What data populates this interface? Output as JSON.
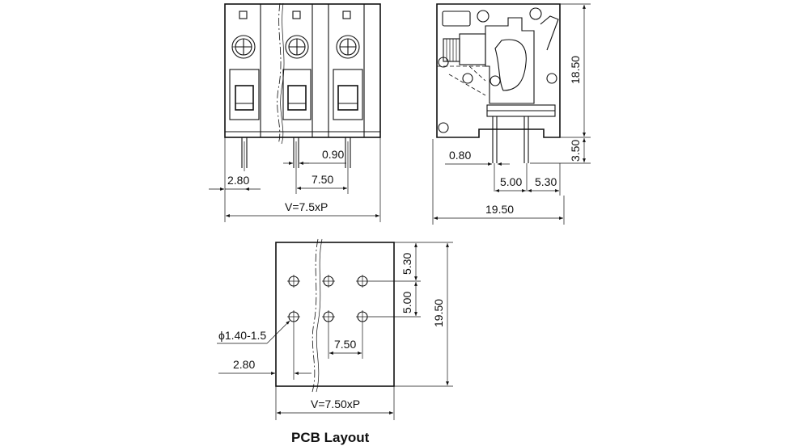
{
  "front_view": {
    "dim_pin_pitch_detail": "0.90",
    "dim_pitch": "7.50",
    "dim_edge": "2.80",
    "dim_total": "V=7.5xP"
  },
  "side_view": {
    "dim_height": "18.50",
    "dim_pin_length": "3.50",
    "dim_pin_width": "0.80",
    "dim_row_spacing": "5.00",
    "dim_rear_offset": "5.30",
    "dim_depth": "19.50"
  },
  "pcb_layout": {
    "title": "PCB Layout",
    "dim_top_offset": "5.30",
    "dim_row_spacing": "5.00",
    "dim_depth": "19.50",
    "dim_hole": "ϕ1.40-1.5",
    "dim_pitch": "7.50",
    "dim_edge": "2.80",
    "dim_total": "V=7.50xP"
  }
}
